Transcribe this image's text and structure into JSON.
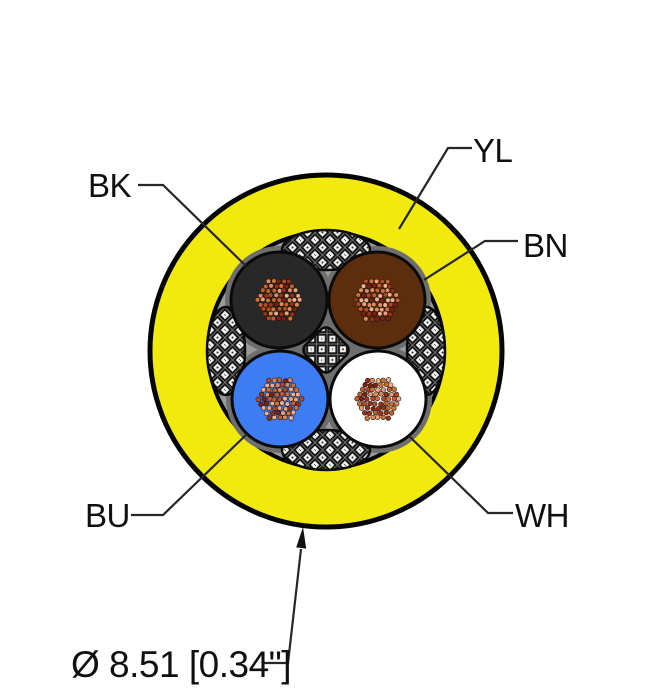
{
  "diagram": {
    "kind": "cable-cross-section",
    "labels": {
      "jacket": "YL",
      "conductor_black": "BK",
      "conductor_brown": "BN",
      "conductor_blue": "BU",
      "conductor_white": "WH"
    },
    "dimension_label": "Ø 8.51 [0.34\"]",
    "colors": {
      "jacket_yellow": "#f2e90e",
      "shield_gray": "#9a9a9a",
      "shield_shadow": "#6e6e6e",
      "conductor_black": "#282828",
      "conductor_brown": "#5c2e0e",
      "conductor_blue": "#3e7cf4",
      "conductor_white": "#ffffff",
      "outline": "#050505",
      "copper_strands": [
        "#801f0f",
        "#9c3014",
        "#b44a1e",
        "#c65e28",
        "#d2722e",
        "#e08a5a",
        "#ef9f78",
        "#f2ad8c"
      ]
    }
  }
}
